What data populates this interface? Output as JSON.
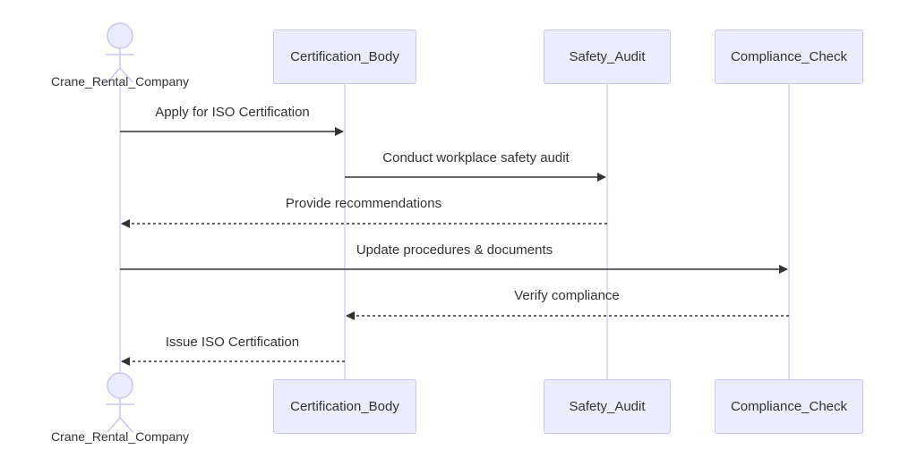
{
  "diagram": {
    "type": "sequence",
    "participants": [
      {
        "id": "crane",
        "label": "Crane_Rental_Company",
        "kind": "actor"
      },
      {
        "id": "cert",
        "label": "Certification_Body",
        "kind": "participant"
      },
      {
        "id": "audit",
        "label": "Safety_Audit",
        "kind": "participant"
      },
      {
        "id": "check",
        "label": "Compliance_Check",
        "kind": "participant"
      }
    ],
    "messages": [
      {
        "from": "crane",
        "to": "cert",
        "label": "Apply for ISO Certification",
        "style": "solid"
      },
      {
        "from": "cert",
        "to": "audit",
        "label": "Conduct workplace safety audit",
        "style": "solid"
      },
      {
        "from": "audit",
        "to": "crane",
        "label": "Provide recommendations",
        "style": "dashed"
      },
      {
        "from": "crane",
        "to": "check",
        "label": "Update procedures & documents",
        "style": "solid"
      },
      {
        "from": "check",
        "to": "cert",
        "label": "Verify compliance",
        "style": "dashed"
      },
      {
        "from": "cert",
        "to": "crane",
        "label": "Issue ISO Certification",
        "style": "dashed"
      }
    ]
  },
  "colors": {
    "participant_fill": "#ececff",
    "participant_border": "#c7c7f0",
    "lifeline": "#d6d1f0",
    "arrow": "#333333"
  }
}
